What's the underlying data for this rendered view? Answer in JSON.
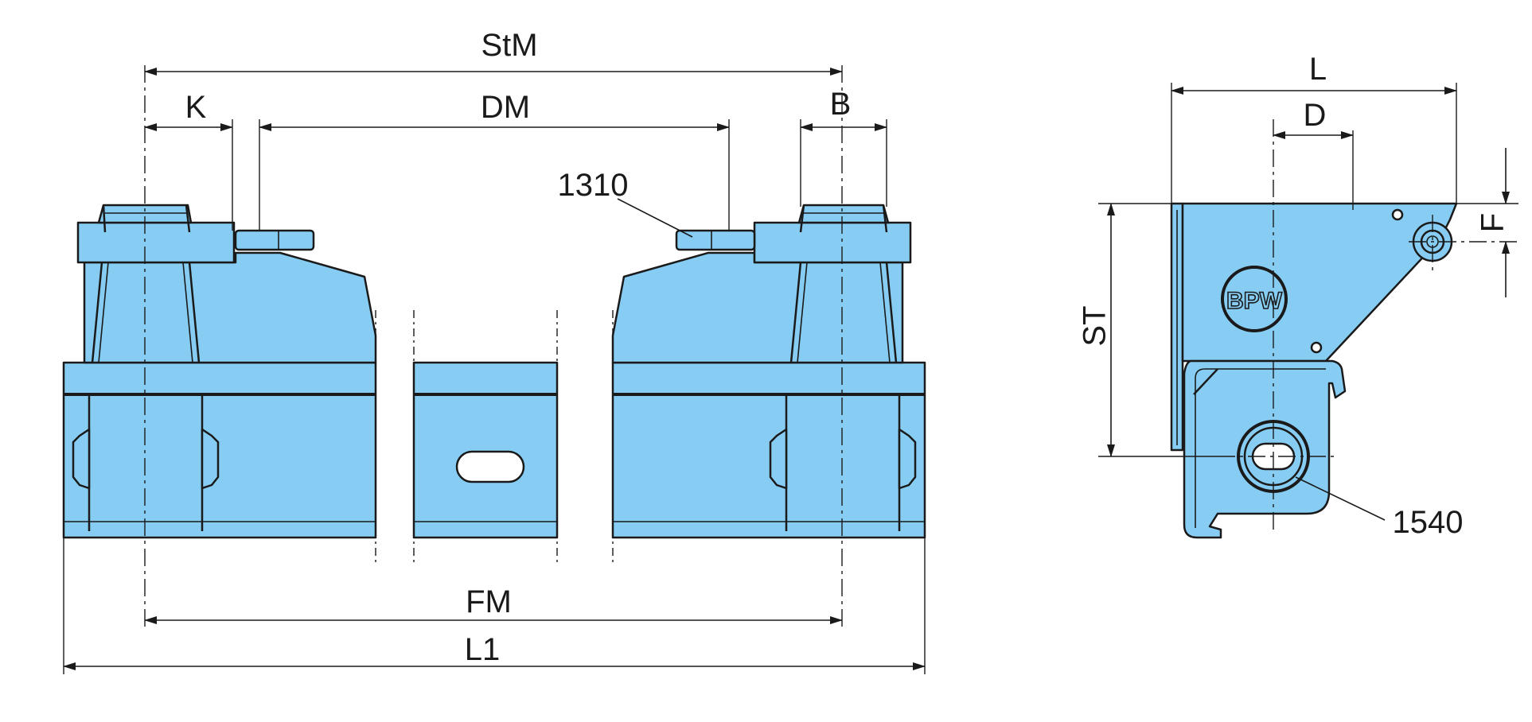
{
  "drawing": {
    "front_view": {
      "dimensions": {
        "stm": "StM",
        "k": "K",
        "dm": "DM",
        "b": "B",
        "fm": "FM",
        "l1": "L1"
      },
      "callout_1310": "1310"
    },
    "side_view": {
      "dimensions": {
        "l": "L",
        "d": "D",
        "f": "F",
        "st": "ST"
      },
      "callout_1540": "1540",
      "logo_text": "BPW"
    },
    "colors": {
      "part_fill": "#87cdf3",
      "line": "#1a1a1a",
      "background": "#ffffff"
    }
  }
}
